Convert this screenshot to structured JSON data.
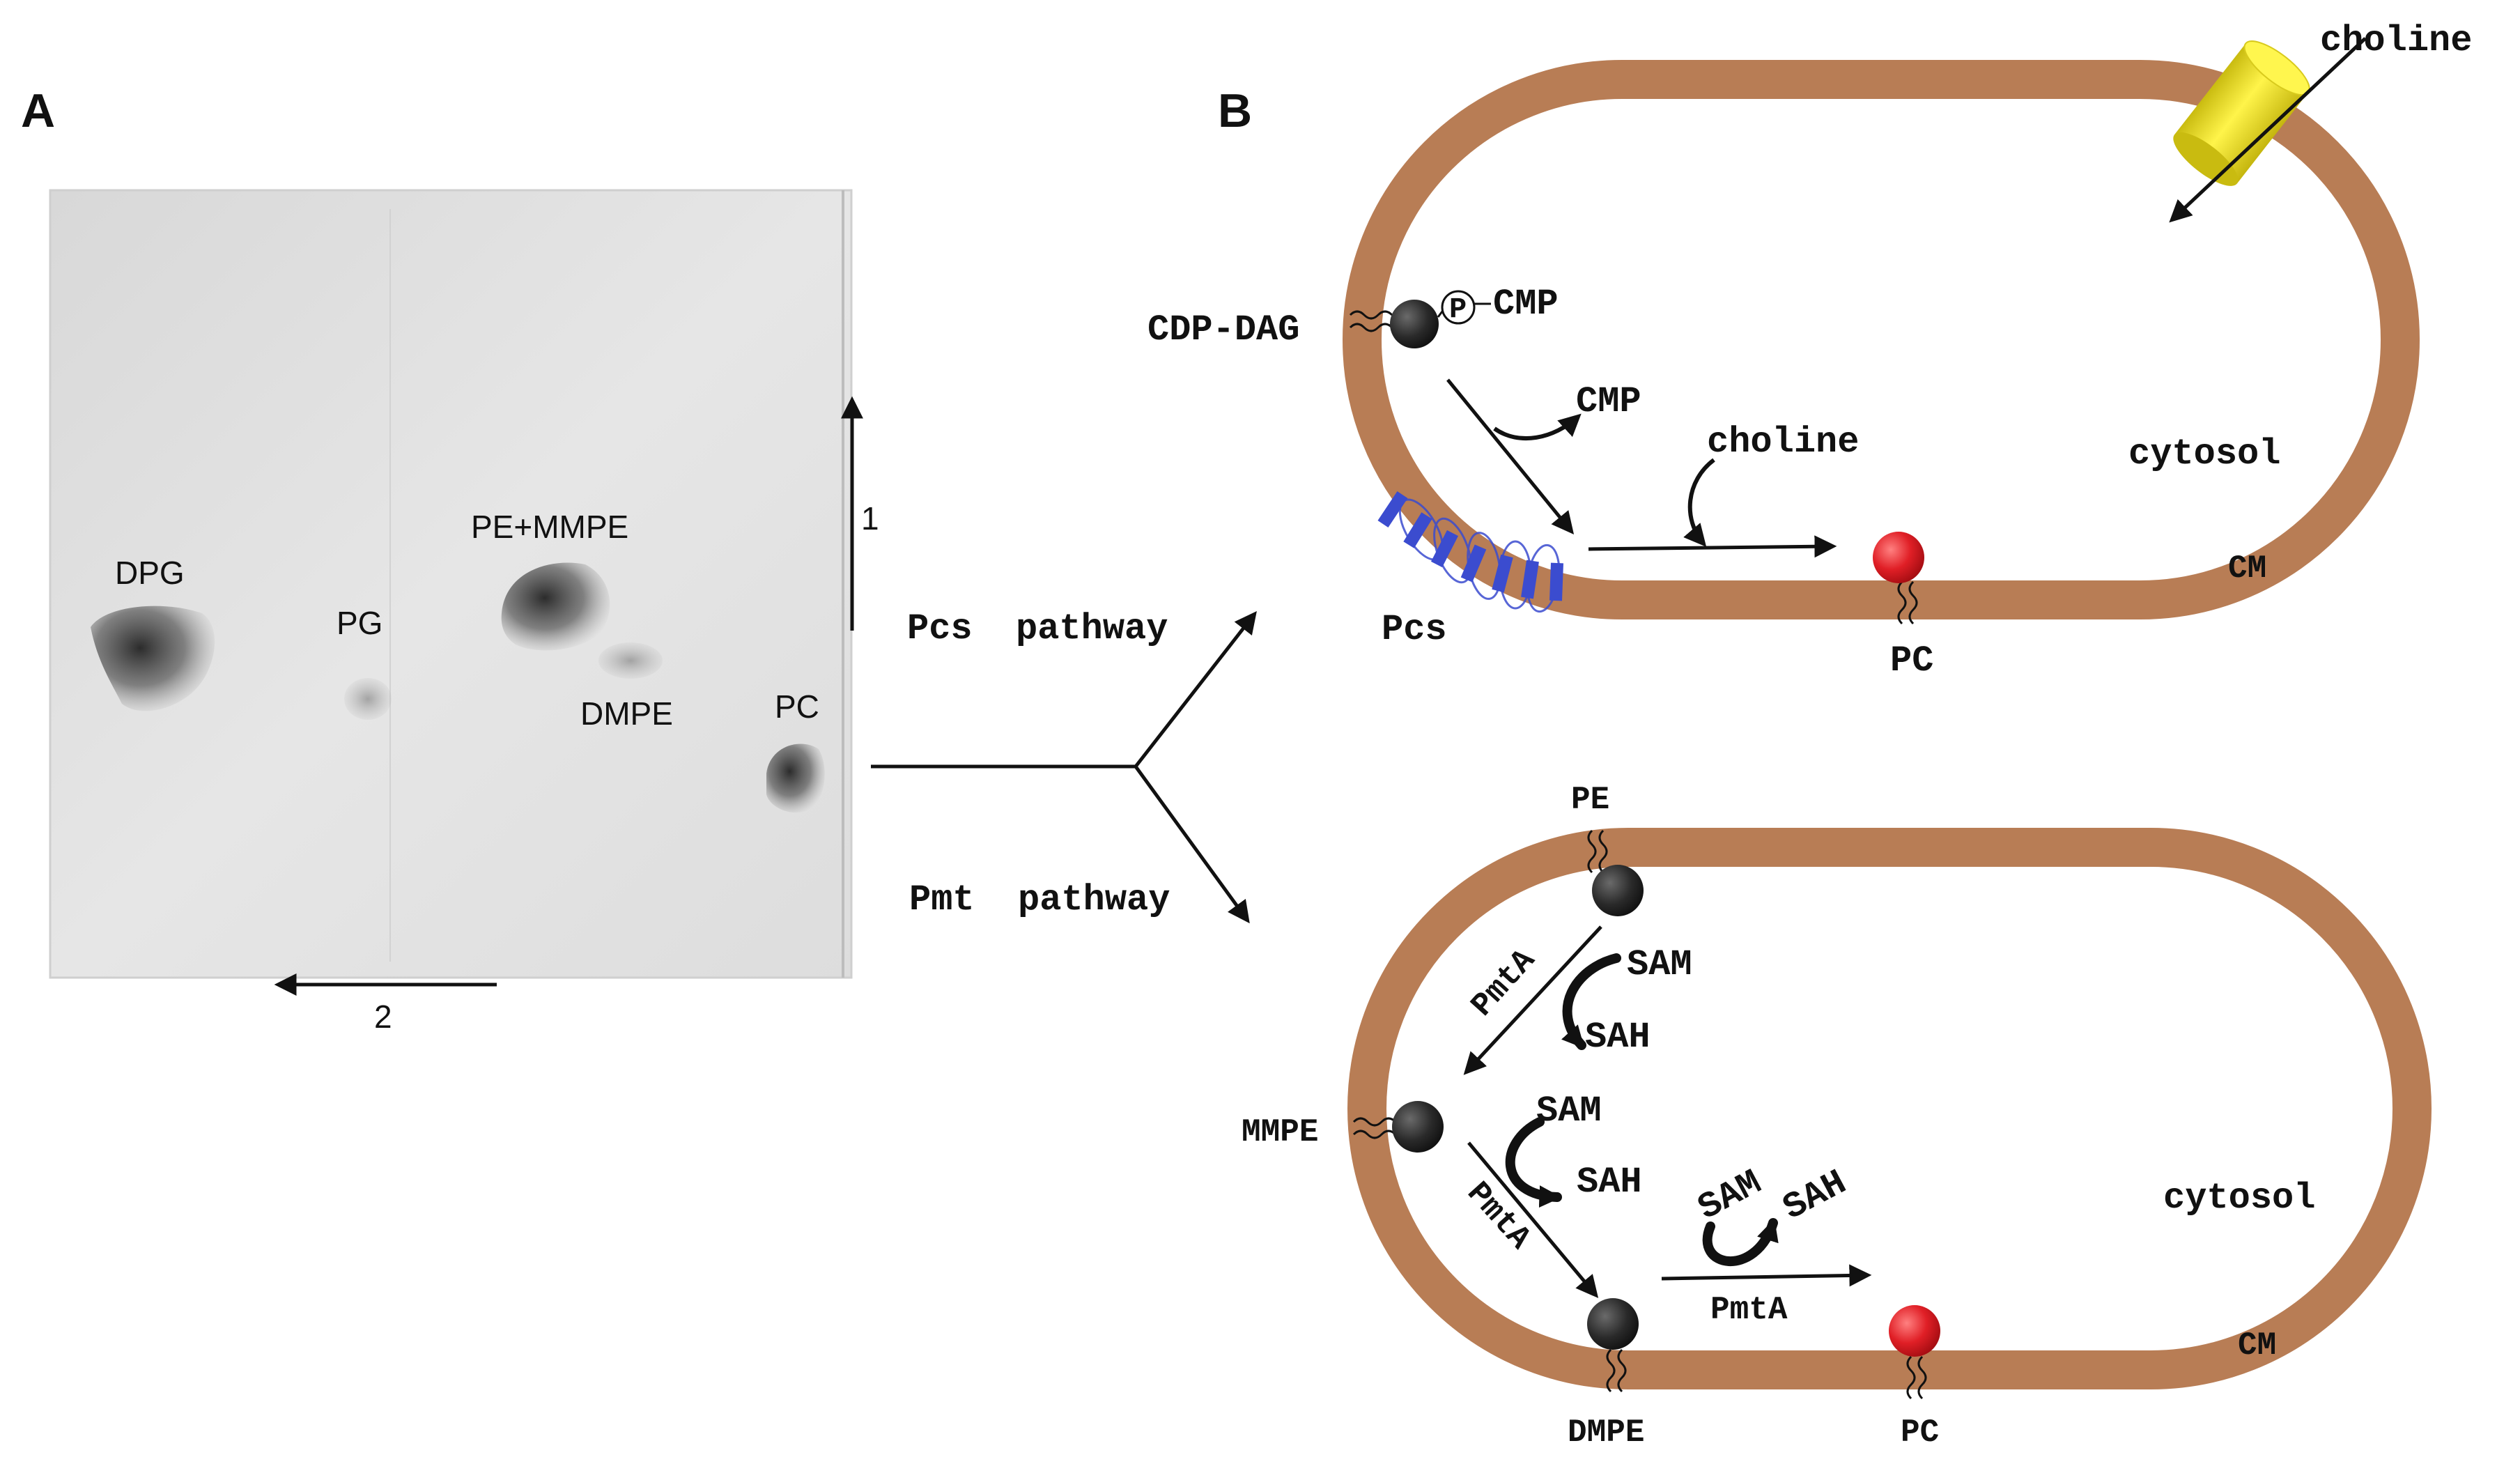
{
  "panel_a": {
    "letter": "A",
    "spots": {
      "dpg": "DPG",
      "pg": "PG",
      "pe_mmpe": "PE+MMPE",
      "dmpe": "DMPE",
      "pc": "PC"
    },
    "direction_1": "1",
    "direction_2": "2"
  },
  "branch": {
    "pcs_pathway": "Pcs  pathway",
    "pmt_pathway": "Pmt  pathway"
  },
  "panel_b": {
    "letter": "B",
    "top_cell": {
      "choline_outside": "choline",
      "cdp_dag": "CDP-DAG",
      "phosphate": "P",
      "cmp_attached": "CMP",
      "cmp_released": "CMP",
      "choline_in": "choline",
      "cytosol": "cytosol",
      "cm": "CM",
      "pcs": "Pcs",
      "pc": "PC"
    },
    "bottom_cell": {
      "pe": "PE",
      "pmta_1": "PmtA",
      "sam_1": "SAM",
      "sah_1": "SAH",
      "mmpe": "MMPE",
      "sam_2": "SAM",
      "sah_2": "SAH",
      "pmta_2": "PmtA",
      "sam_3": "SAM",
      "sah_3": "SAH",
      "pmta_3": "PmtA",
      "cytosol": "cytosol",
      "cm": "CM",
      "dmpe": "DMPE",
      "pc": "PC"
    }
  },
  "colors": {
    "membrane": "#b87d55",
    "lipid_head": "#2a2a2a",
    "pc_head": "#e01f26",
    "transporter": "#f2e51c",
    "pcs_enzyme": "#3b4ccf",
    "tlc_plate": "#e3e3e3"
  }
}
